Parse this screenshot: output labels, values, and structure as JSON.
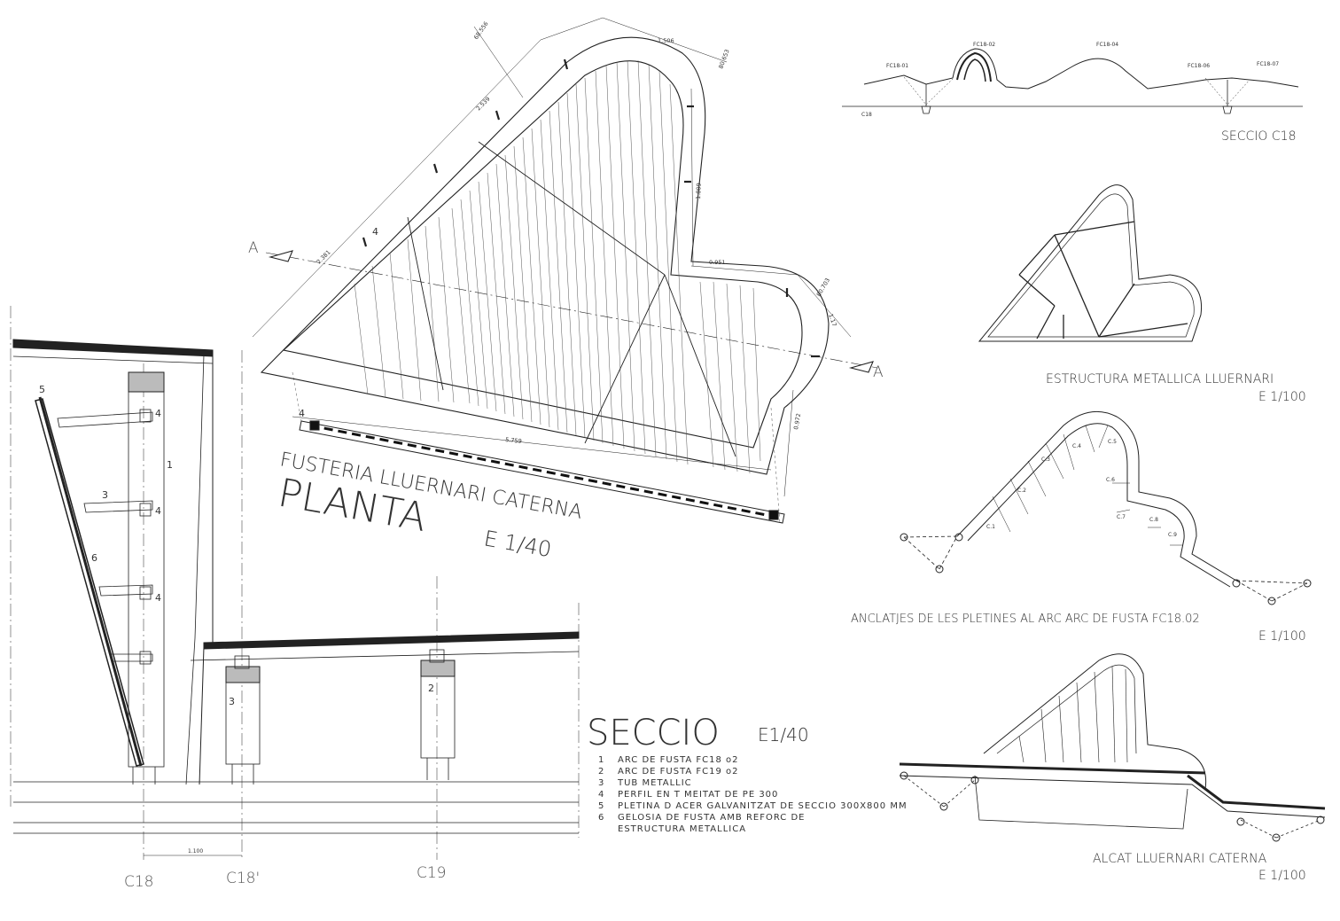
{
  "plan": {
    "title_line1": "FUSTERIA LLUERNARI CATERNA",
    "title_line2": "PLANTA",
    "scale": "E 1/40",
    "section_mark": "A",
    "dims": {
      "d1": "68.556",
      "d2": "1.506",
      "d3": "80.653",
      "d4": "2.539",
      "d5": "1.809",
      "d6": "2.381",
      "d7": "0.951",
      "d8": "80.703",
      "d9": "1.17",
      "d10": "5.759",
      "d11": "0.972"
    },
    "tag_4a": "4",
    "tag_4b": "4"
  },
  "section_c18": {
    "caption": "SECCIO C18",
    "labels": [
      "FC18-01",
      "FC18-02",
      "FC18-04",
      "FC18-06",
      "FC18-07"
    ],
    "axis": "C18"
  },
  "structure": {
    "caption": "ESTRUCTURA METALLICA LLUERNARI",
    "scale": "E 1/100"
  },
  "anchorages": {
    "caption": "ANCLATJES DE LES PLETINES AL ARC   ARC DE FUSTA FC18.02",
    "scale": "E 1/100",
    "tags": [
      "C.1",
      "C.2",
      "C.3",
      "C.4",
      "C.5",
      "C.6",
      "C.7",
      "C.8",
      "C.9"
    ]
  },
  "elevation": {
    "caption": "ALCAT LLUERNARI CATERNA",
    "scale": "E 1/100"
  },
  "section": {
    "title": "SECCIO",
    "scale": "E1/40",
    "legend": [
      {
        "num": "1",
        "text": "ARC DE FUSTA FC18 o2"
      },
      {
        "num": "2",
        "text": "ARC DE FUSTA FC19 o2"
      },
      {
        "num": "3",
        "text": "TUB METALLIC"
      },
      {
        "num": "4",
        "text": "PERFIL EN T MEITAT DE PE 300"
      },
      {
        "num": "5",
        "text": "PLETINA D ACER GALVANITZAT DE SECCIO 300X800 MM"
      },
      {
        "num": "6",
        "text": "GELOSIA DE FUSTA AMB REFORC DE"
      },
      {
        "num": "",
        "text": "ESTRUCTURA METALLICA"
      }
    ],
    "tags": {
      "t5": "5",
      "t3": "3",
      "t6": "6",
      "t4a": "4",
      "t4b": "4",
      "t4c": "4",
      "t1": "1",
      "t3b": "3",
      "t2": "2"
    },
    "dim": "1.100",
    "axes": [
      "C18",
      "C18'",
      "C19"
    ]
  }
}
